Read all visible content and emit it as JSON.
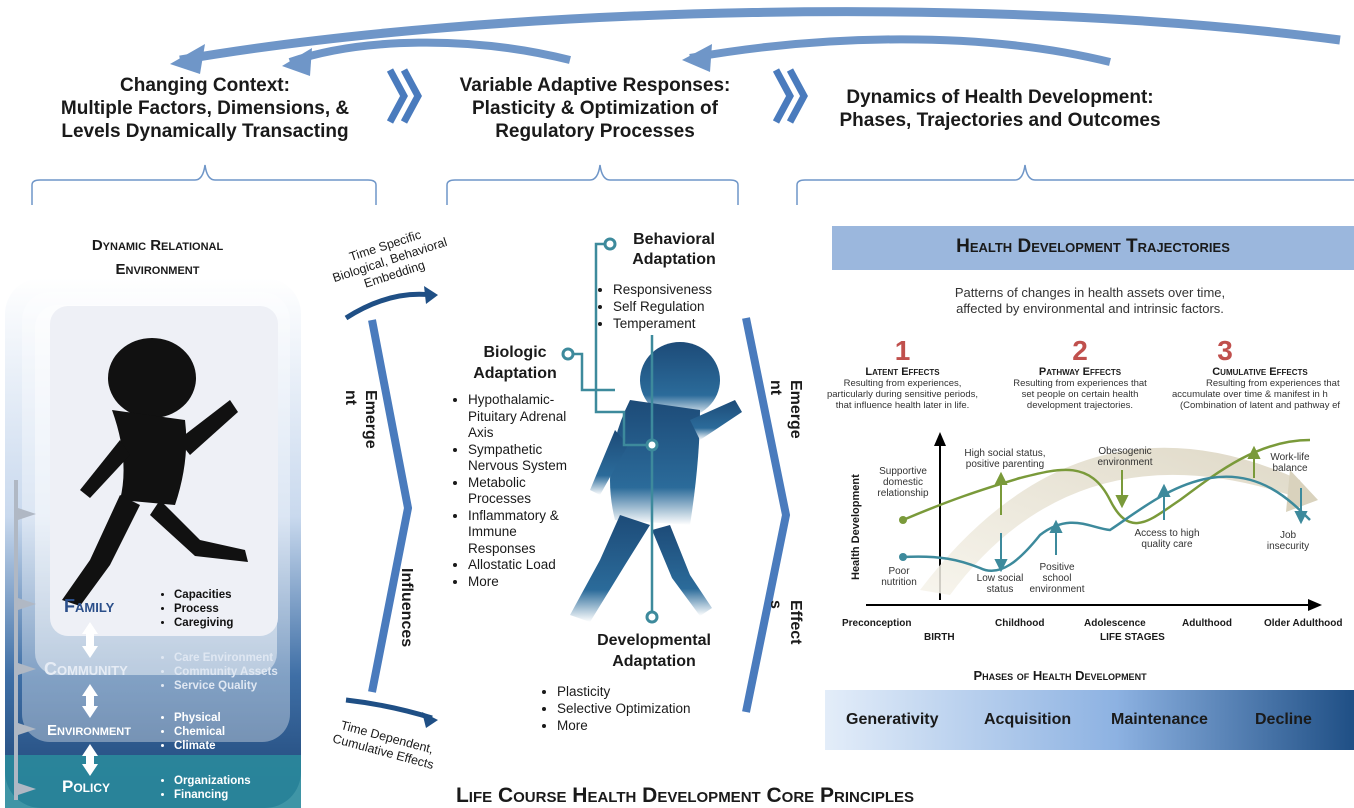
{
  "colors": {
    "arrow_blue": "#6f96c8",
    "dark_blue": "#1f4f85",
    "teal": "#3d8a9c",
    "olive": "#7a9a3a",
    "red": "#c0504d",
    "banner": "#9bb7dd"
  },
  "headers": {
    "context": [
      "Changing Context:",
      "Multiple Factors, Dimensions, &",
      "Levels Dynamically Transacting"
    ],
    "adaptive": [
      "Variable Adaptive Responses:",
      "Plasticity & Optimization of",
      "Regulatory Processes"
    ],
    "dynamics": [
      "Dynamics of Health Development:",
      "Phases, Trajectories and Outcomes"
    ]
  },
  "left_panel": {
    "title": [
      "Dynamic Relational",
      "Environment"
    ],
    "levels": [
      {
        "label": "Family",
        "items": [
          "Capacities",
          "Process",
          "Caregiving"
        ]
      },
      {
        "label": "Community",
        "items": [
          "Care Environment",
          "Community Assets",
          "Service Quality"
        ]
      },
      {
        "label": "Environment",
        "items": [
          "Physical",
          "Chemical",
          "Climate"
        ]
      },
      {
        "label": "Policy",
        "items": [
          "Organizations",
          "Financing"
        ]
      }
    ]
  },
  "middle": {
    "time_specific": [
      "Time Specific",
      "Biological, Behavioral",
      "Embedding"
    ],
    "time_dependent": [
      "Time Dependent,",
      "Cumulative Effects"
    ],
    "emergent_left": [
      "Emerge",
      "nt"
    ],
    "influences": "Influences",
    "emergent_right": [
      "Emerge",
      "nt"
    ],
    "effects": [
      "Effect",
      "s"
    ],
    "behavioral": {
      "title": [
        "Behavioral",
        "Adaptation"
      ],
      "items": [
        "Responsiveness",
        "Self Regulation",
        "Temperament"
      ]
    },
    "biologic": {
      "title": [
        "Biologic",
        "Adaptation"
      ],
      "items": [
        "Hypothalamic-Pituitary Adrenal Axis",
        "Sympathetic Nervous System",
        "Metabolic Processes",
        "Inflammatory & Immune Responses",
        "Allostatic Load",
        "More"
      ]
    },
    "developmental": {
      "title": [
        "Developmental",
        "Adaptation"
      ],
      "items": [
        "Plasticity",
        "Selective Optimization",
        "More"
      ]
    }
  },
  "right_panel": {
    "banner": "Health Development Trajectories",
    "subtitle": [
      "Patterns of changes in health assets over time,",
      "affected by environmental and intrinsic factors."
    ],
    "effects": [
      {
        "num": "1",
        "title": "Latent Effects",
        "desc": [
          "Resulting from experiences,",
          "particularly during sensitive periods,",
          "that influence health later in life."
        ]
      },
      {
        "num": "2",
        "title": "Pathway Effects",
        "desc": [
          "Resulting from experiences that",
          "set people on certain health",
          "development trajectories."
        ]
      },
      {
        "num": "3",
        "title": "Cumulative Effects",
        "desc": [
          "Resulting from experiences that",
          "accumulate over time & manifest in h",
          "(Combination of latent and pathway ef"
        ]
      }
    ],
    "y_axis": "Health Development",
    "x_axis_stages": [
      "Preconception",
      "Childhood",
      "Adolescence",
      "Adulthood",
      "Older Adulthood"
    ],
    "birth": "BIRTH",
    "life_stages": "LIFE STAGES",
    "annotations": {
      "supportive": [
        "Supportive",
        "domestic",
        "relationship"
      ],
      "high_social": [
        "High social status,",
        "positive parenting"
      ],
      "obesogenic": [
        "Obesogenic",
        "environment"
      ],
      "work_life": [
        "Work-life",
        "balance"
      ],
      "poor_nutrition": [
        "Poor",
        "nutrition"
      ],
      "low_social": [
        "Low social",
        "status"
      ],
      "positive_school": [
        "Positive",
        "school",
        "environment"
      ],
      "access_care": [
        "Access to high",
        "quality care"
      ],
      "job_insecurity": [
        "Job",
        "insecurity"
      ]
    },
    "phases_title": "Phases of Health Development",
    "phases": [
      "Generativity",
      "Acquisition",
      "Maintenance",
      "Decline"
    ]
  },
  "footer": "Life Course Health Development Core Principles"
}
